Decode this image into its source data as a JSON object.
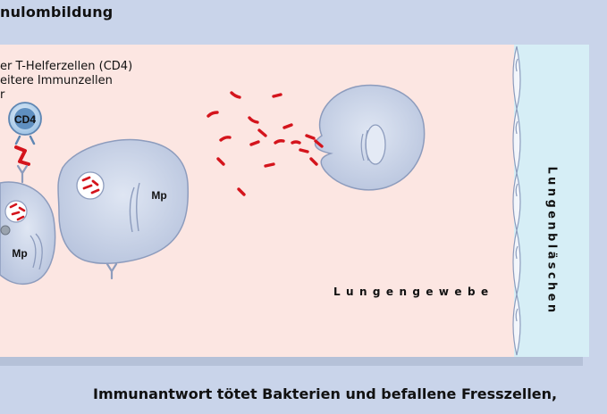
{
  "header": {
    "title": "nulombildung"
  },
  "legend": {
    "line1": "er T-Helferzellen (CD4)",
    "line2": "eitere Immunzellen",
    "line3": "r"
  },
  "cells": {
    "cd4_label": "CD4",
    "mp_label_left": "Mp",
    "mp_label_middle": "Mp"
  },
  "labels": {
    "tissue": "Lungengewebe",
    "lung": "Lungenbläschen"
  },
  "footer": {
    "text": "Immunantwort tötet Bakterien und befallene Fresszellen,"
  },
  "colors": {
    "panel": "#fce6e2",
    "lung_strip": "#d6eef6",
    "background": "#c9d4ea",
    "cell_fill": "#c8d2e6",
    "cell_stroke": "#8d9cbd",
    "bacteria": "#d4141c"
  }
}
